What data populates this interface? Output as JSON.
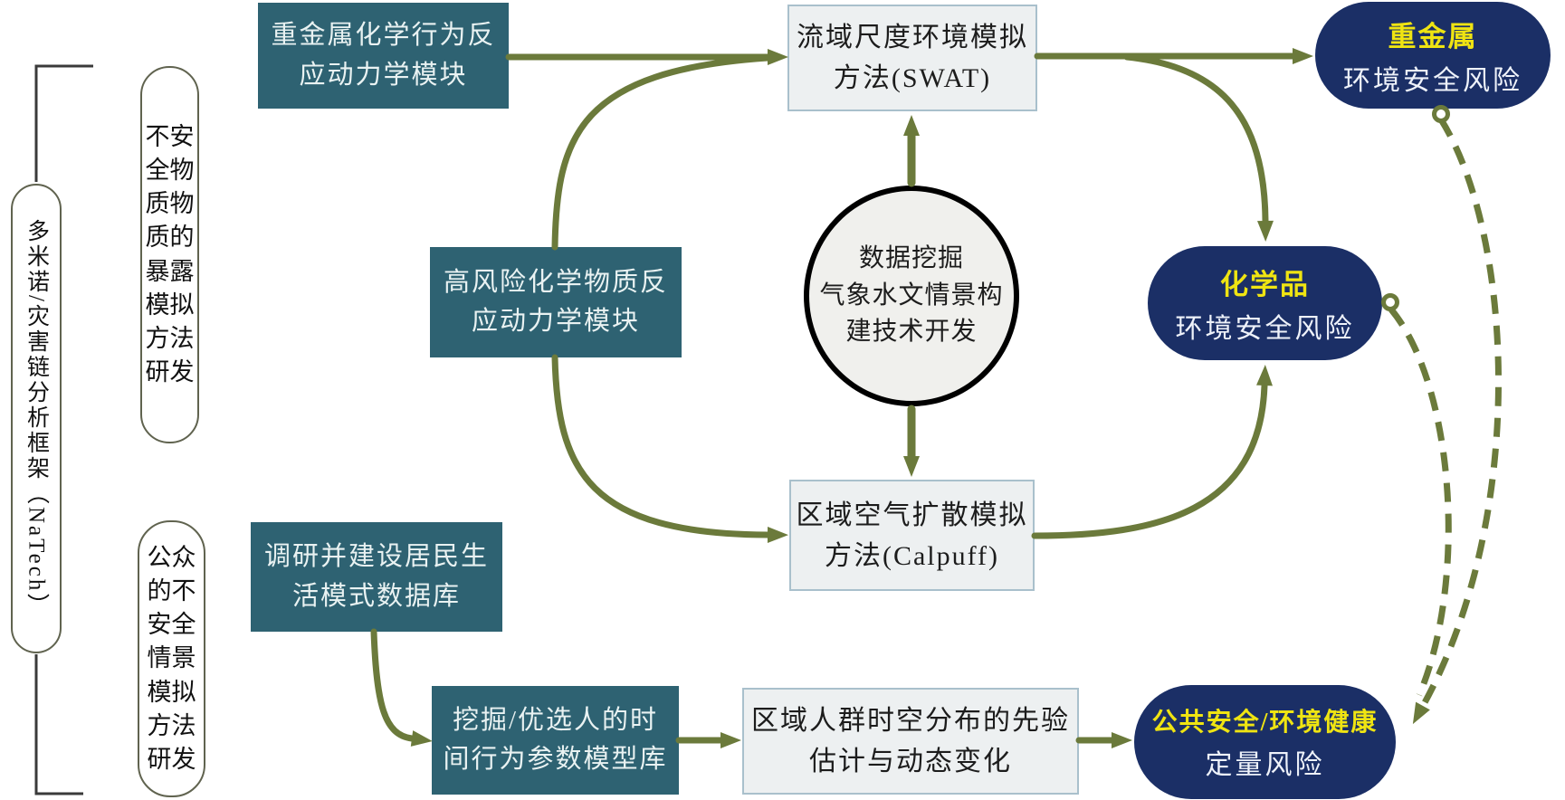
{
  "colors": {
    "olive": "#6b7a3b",
    "teal": "#2e6272",
    "navy": "#1b2f66",
    "yellow": "#efe412",
    "gray_fill": "#edf0f1",
    "gray_border": "#a9c0cc",
    "circle_fill": "#f0f0ed",
    "pill_border": "#60634f",
    "bracket": "#3a3a3a",
    "teal_text": "#e9f2f2",
    "dark_text": "#1c1c1c",
    "white_text": "#eef2fa"
  },
  "frame": {
    "label": "多米诺/灾害链分析框架（NaTech）"
  },
  "pills": {
    "exposure": "不安全物质物质的暴露模拟方法研发",
    "public": "公众的不安全情景模拟方法研发"
  },
  "modules": {
    "heavy_metal": "重金属化学行为反\n应动力学模块",
    "high_risk": "高风险化学物质反\n应动力学模块",
    "survey": "调研并建设居民生\n活模式数据库",
    "mining": "挖掘/优选人的时\n间行为参数模型库"
  },
  "methods": {
    "swat": "流域尺度环境模拟\n方法(SWAT)",
    "calpuff": "区域空气扩散模拟\n方法(Calpuff)",
    "population": "区域人群时空分布的先验\n估计与动态变化"
  },
  "hub": {
    "label": "数据挖掘\n气象水文情景构\n建技术开发"
  },
  "risks": {
    "heavy_metal": {
      "title": "重金属",
      "subtitle": "环境安全风险"
    },
    "chemical": {
      "title": "化学品",
      "subtitle": "环境安全风险"
    },
    "public_safety": {
      "title": "公共安全/环境健康",
      "subtitle": "定量风险"
    }
  }
}
